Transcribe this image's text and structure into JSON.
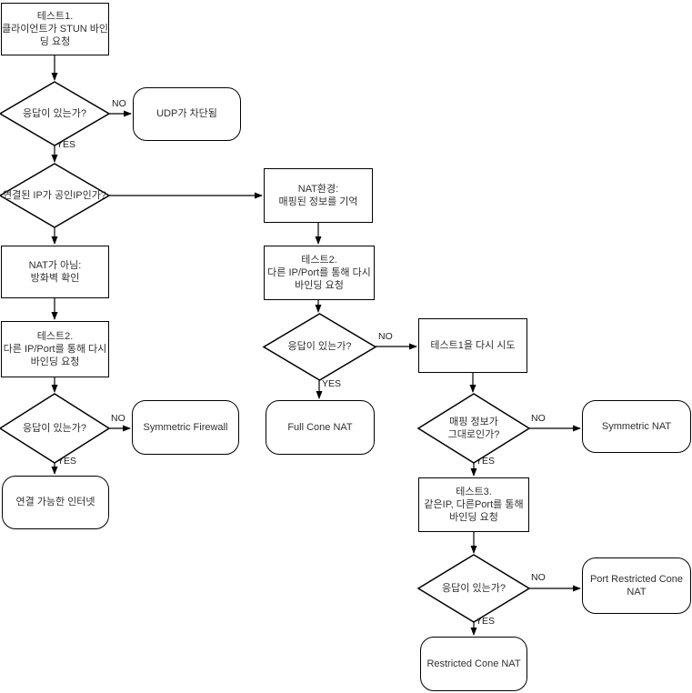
{
  "colors": {
    "stroke": "#000000",
    "fill": "#ffffff",
    "text": "#303030"
  },
  "nodes": {
    "test1": {
      "type": "process",
      "label": "테스트1.\n클라이언트가 STUN 바인\n딩 요청"
    },
    "q_response1": {
      "type": "decision",
      "label": "응답이 있는가?"
    },
    "udp_blocked": {
      "type": "terminal",
      "label": "UDP가 차단됨"
    },
    "q_public_ip": {
      "type": "decision",
      "label": "연결된 IP가 공인IP인가?"
    },
    "nat_env": {
      "type": "process",
      "label": "NAT환경:\n매핑된 정보를 기억"
    },
    "not_nat": {
      "type": "process",
      "label": "NAT가 아님:\n방화벽 확인"
    },
    "test2_left": {
      "type": "process",
      "label": "테스트2.\n다른 IP/Port를 통해 다시\n바인딩 요청"
    },
    "test2_mid": {
      "type": "process",
      "label": "테스트2.\n다른 IP/Port를 통해 다시\n바인딩 요청"
    },
    "q_response2": {
      "type": "decision",
      "label": "응답이 있는가?"
    },
    "symmetric_firewall": {
      "type": "terminal",
      "label": "Symmetric Firewall"
    },
    "open_internet": {
      "type": "terminal",
      "label": "연결 가능한 인터넷"
    },
    "q_response3": {
      "type": "decision",
      "label": "응답이 있는가?"
    },
    "full_cone": {
      "type": "terminal",
      "label": "Full Cone NAT"
    },
    "retry_test1": {
      "type": "process",
      "label": "테스트1을 다시 시도"
    },
    "q_mapping_same": {
      "type": "decision",
      "label": "매핑 정보가\n그대로인가?"
    },
    "symmetric_nat": {
      "type": "terminal",
      "label": "Symmetric NAT"
    },
    "test3": {
      "type": "process",
      "label": "테스트3.\n같은IP, 다른Port를 통해\n바인딩 요청"
    },
    "q_response4": {
      "type": "decision",
      "label": "응답이 있는가?"
    },
    "port_restricted": {
      "type": "terminal",
      "label": "Port Restricted Cone\nNAT"
    },
    "restricted_cone": {
      "type": "terminal",
      "label": "Restricted Cone NAT"
    }
  },
  "edges": [
    {
      "from": "test1",
      "to": "q_response1",
      "label": ""
    },
    {
      "from": "q_response1",
      "to": "udp_blocked",
      "label": "NO"
    },
    {
      "from": "q_response1",
      "to": "q_public_ip",
      "label": "YES"
    },
    {
      "from": "q_public_ip",
      "to": "nat_env",
      "label": ""
    },
    {
      "from": "q_public_ip",
      "to": "not_nat",
      "label": ""
    },
    {
      "from": "not_nat",
      "to": "test2_left",
      "label": ""
    },
    {
      "from": "test2_left",
      "to": "q_response2",
      "label": ""
    },
    {
      "from": "q_response2",
      "to": "symmetric_firewall",
      "label": "NO"
    },
    {
      "from": "q_response2",
      "to": "open_internet",
      "label": "YES"
    },
    {
      "from": "nat_env",
      "to": "test2_mid",
      "label": ""
    },
    {
      "from": "test2_mid",
      "to": "q_response3",
      "label": ""
    },
    {
      "from": "q_response3",
      "to": "retry_test1",
      "label": "NO"
    },
    {
      "from": "q_response3",
      "to": "full_cone",
      "label": "YES"
    },
    {
      "from": "retry_test1",
      "to": "q_mapping_same",
      "label": ""
    },
    {
      "from": "q_mapping_same",
      "to": "symmetric_nat",
      "label": "NO"
    },
    {
      "from": "q_mapping_same",
      "to": "test3",
      "label": "YES"
    },
    {
      "from": "test3",
      "to": "q_response4",
      "label": ""
    },
    {
      "from": "q_response4",
      "to": "port_restricted",
      "label": "NO"
    },
    {
      "from": "q_response4",
      "to": "restricted_cone",
      "label": "YES"
    }
  ]
}
